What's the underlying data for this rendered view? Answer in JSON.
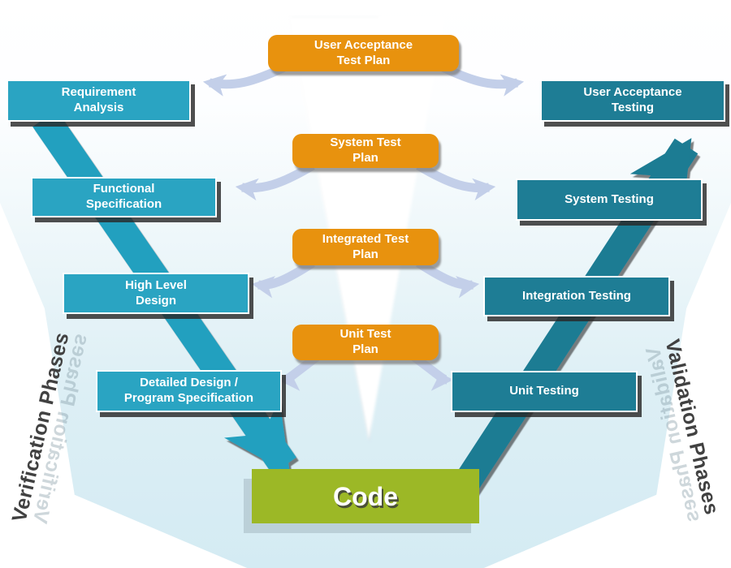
{
  "diagram": {
    "title_semantic": "V-Model software development lifecycle",
    "side_labels": {
      "left": "Verification Phases",
      "right": "Validation Phases"
    },
    "plans": [
      {
        "line1": "User Acceptance",
        "line2": "Test Plan"
      },
      {
        "line1": "System Test",
        "line2": "Plan"
      },
      {
        "line1": "Integrated Test",
        "line2": "Plan"
      },
      {
        "line1": "Unit Test",
        "line2": "Plan"
      }
    ],
    "verification_phases": [
      {
        "line1": "Requirement",
        "line2": "Analysis"
      },
      {
        "line1": "Functional",
        "line2": "Specification"
      },
      {
        "line1": "High Level",
        "line2": "Design"
      },
      {
        "line1": "Detailed Design /",
        "line2": "Program Specification"
      }
    ],
    "validation_phases": [
      {
        "line1": "User Acceptance",
        "line2": "Testing"
      },
      {
        "line1": "System Testing",
        "line2": ""
      },
      {
        "line1": "Integration Testing",
        "line2": ""
      },
      {
        "line1": "Unit Testing",
        "line2": ""
      }
    ],
    "code_label": "Code",
    "colors": {
      "verification_box": "#2aa4c2",
      "validation_box": "#1e7d95",
      "plan_box": "#e8920e",
      "code_box": "#9cb826",
      "connector_arrow": "#c3cfe9",
      "descending_arrow": "#22a0bf",
      "ascending_arrow": "#1d7b93",
      "side_label_text": "#414141",
      "background_bottom": "#d4ebf3"
    }
  }
}
